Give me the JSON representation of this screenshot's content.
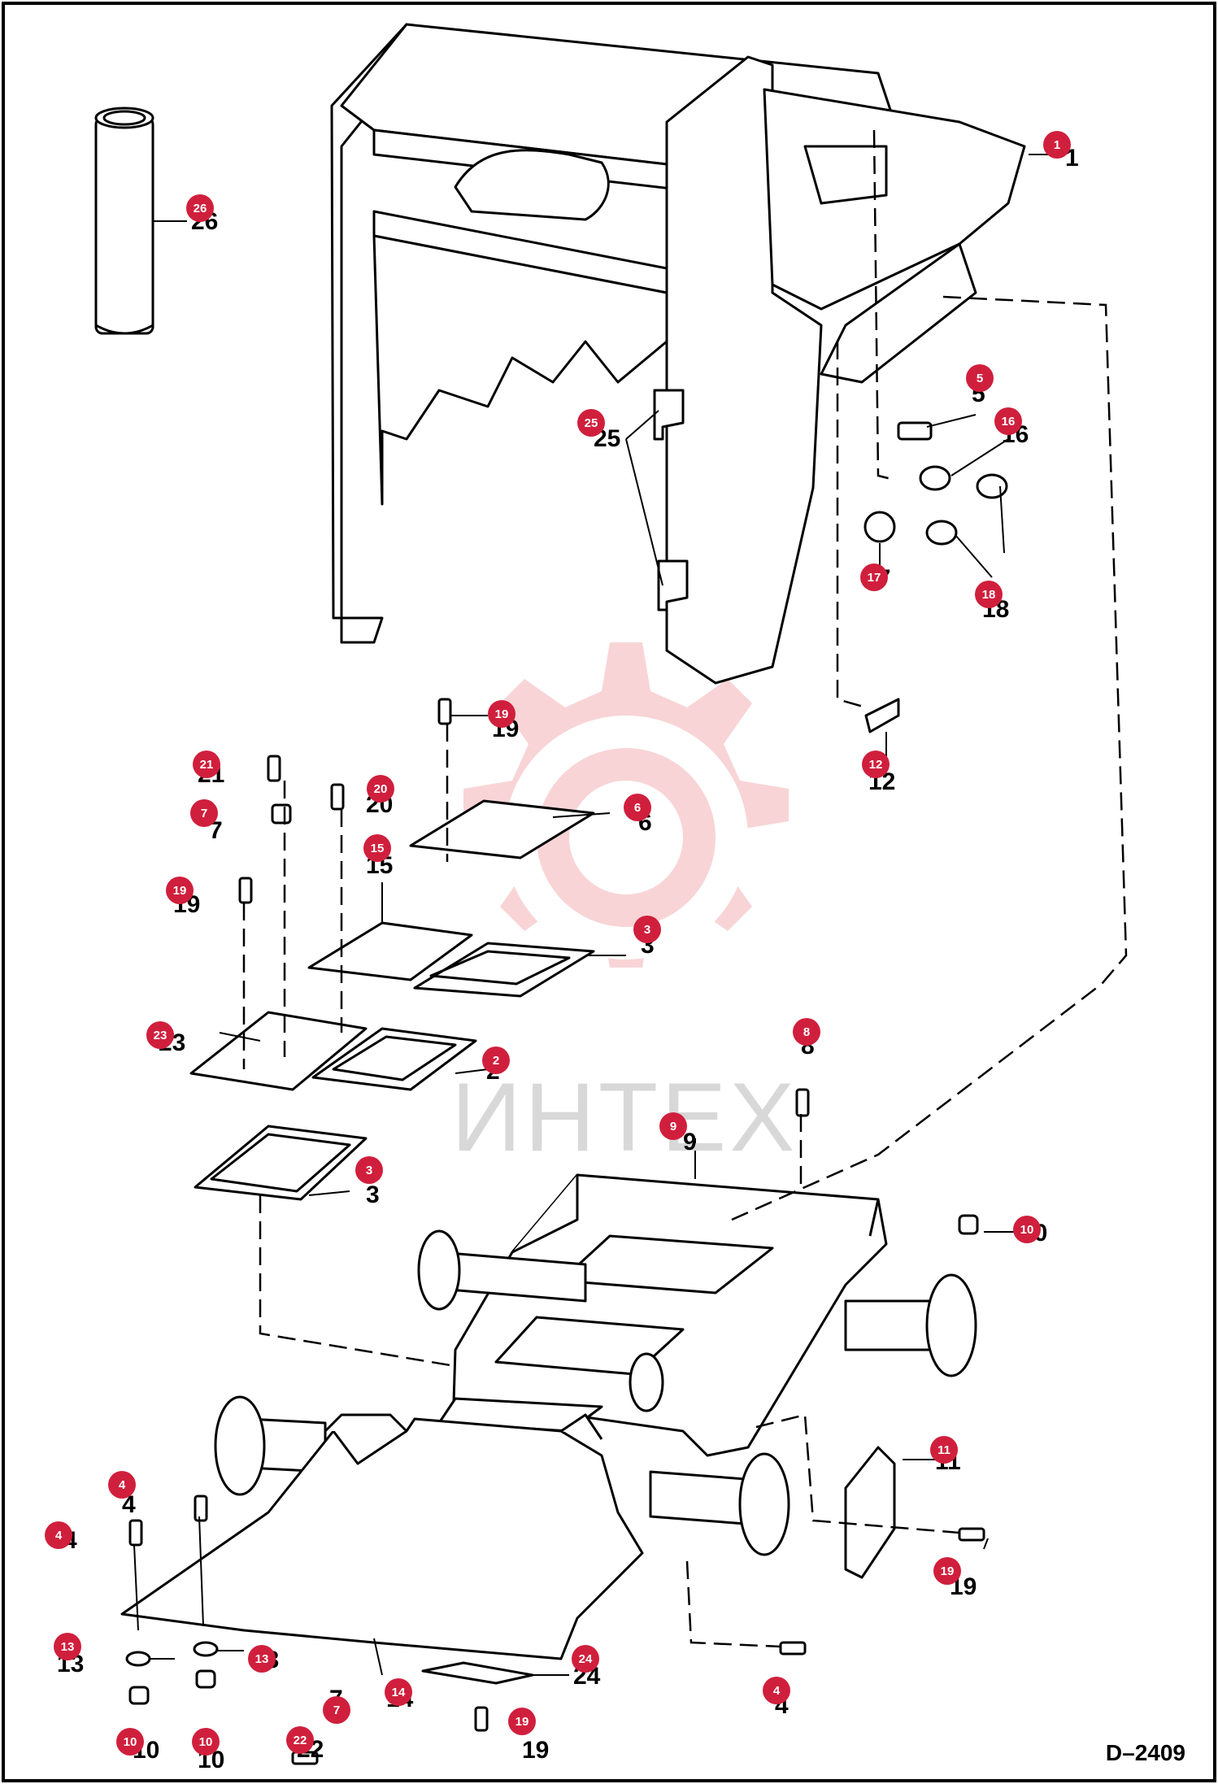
{
  "drawing_code": "D–2409",
  "watermark_text": "ИНТЕХ",
  "colors": {
    "callout": "#d01f3c",
    "watermark_gear": "#f3b2b6",
    "line": "#000000"
  },
  "callouts": [
    {
      "n": "1"
    },
    {
      "n": "26"
    },
    {
      "n": "5"
    },
    {
      "n": "16"
    },
    {
      "n": "25"
    },
    {
      "n": "17"
    },
    {
      "n": "18"
    },
    {
      "n": "19"
    },
    {
      "n": "12"
    },
    {
      "n": "21"
    },
    {
      "n": "20"
    },
    {
      "n": "7"
    },
    {
      "n": "6"
    },
    {
      "n": "15"
    },
    {
      "n": "19"
    },
    {
      "n": "3"
    },
    {
      "n": "23"
    },
    {
      "n": "2"
    },
    {
      "n": "8"
    },
    {
      "n": "9"
    },
    {
      "n": "3"
    },
    {
      "n": "10"
    },
    {
      "n": "11"
    },
    {
      "n": "4"
    },
    {
      "n": "4"
    },
    {
      "n": "19"
    },
    {
      "n": "13"
    },
    {
      "n": "13"
    },
    {
      "n": "14"
    },
    {
      "n": "24"
    },
    {
      "n": "7"
    },
    {
      "n": "4"
    },
    {
      "n": "19"
    },
    {
      "n": "22"
    },
    {
      "n": "10"
    },
    {
      "n": "10"
    }
  ]
}
